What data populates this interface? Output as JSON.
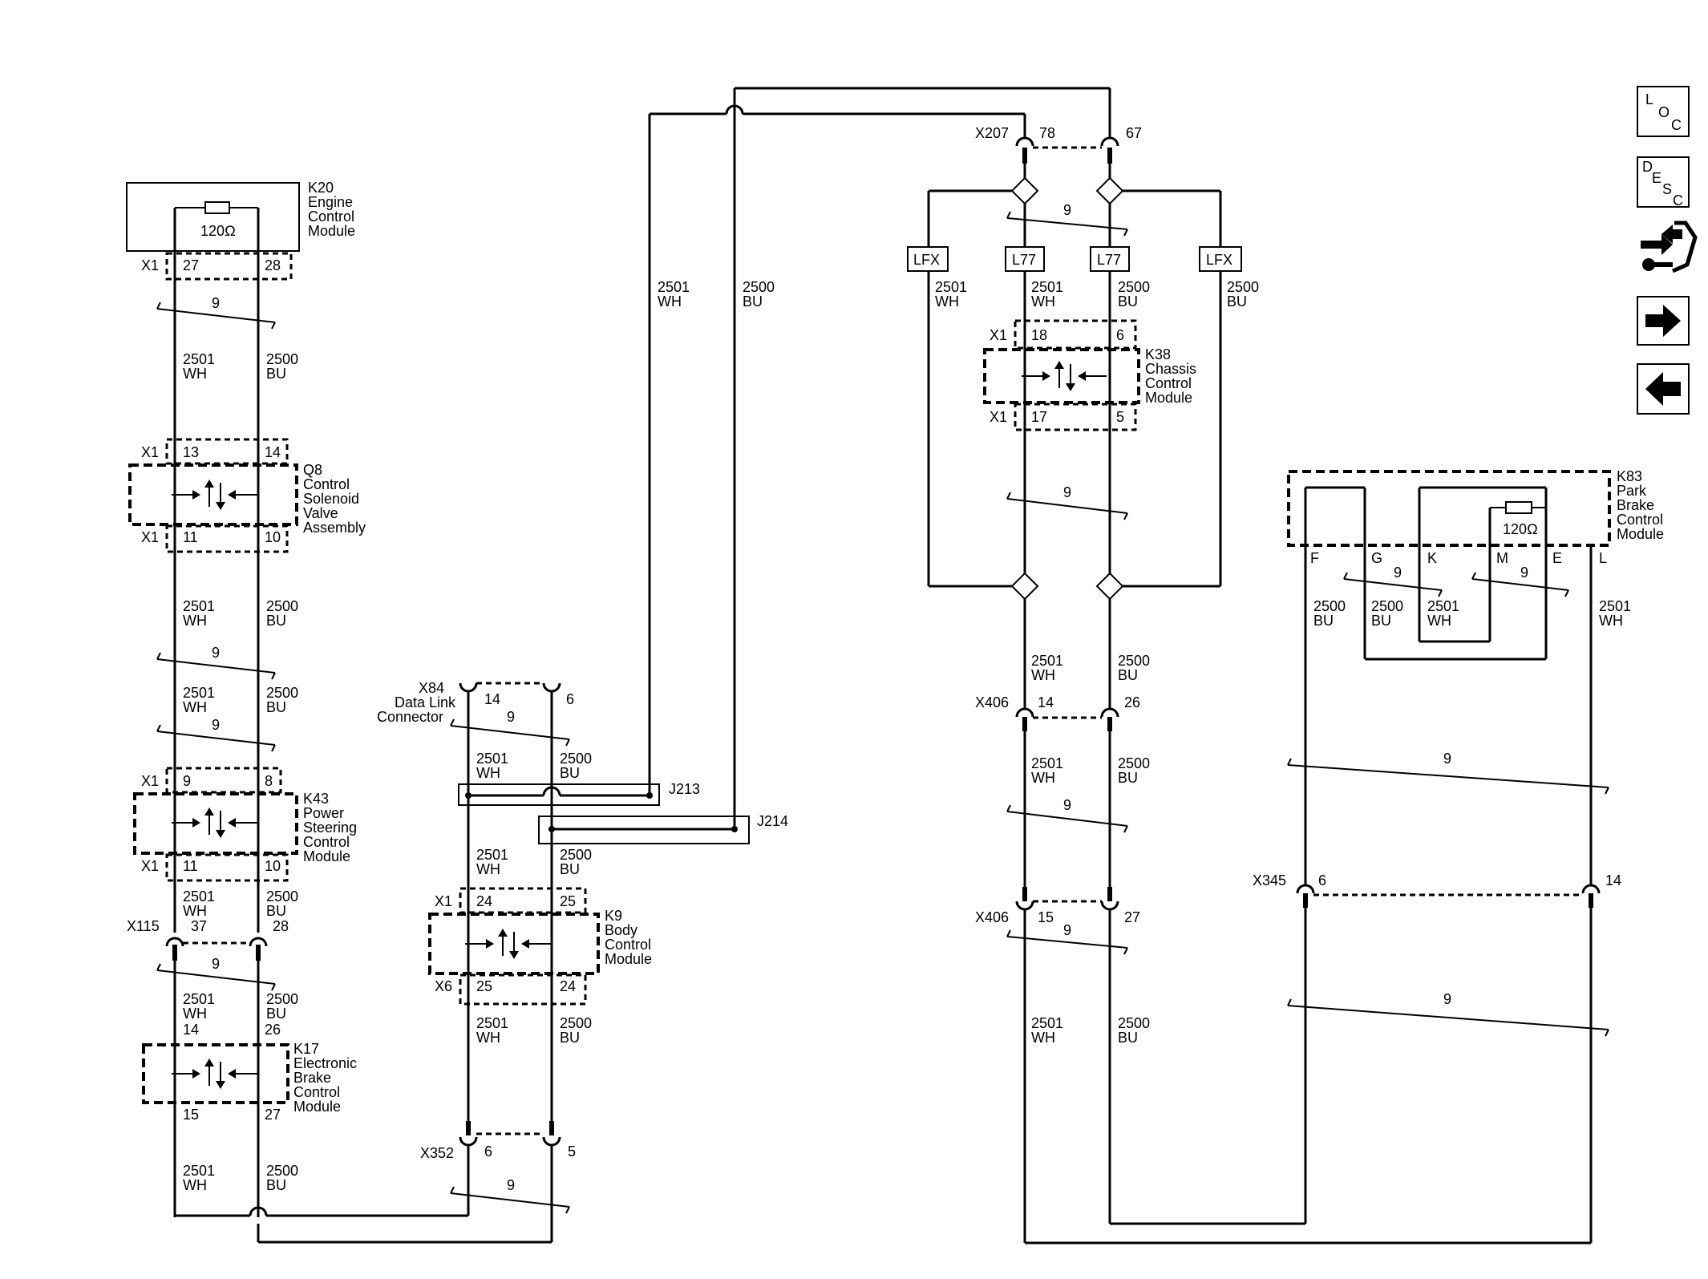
{
  "colors": {
    "line": "#000000",
    "background": "#ffffff"
  },
  "wires": {
    "w2501": "2501",
    "w2500": "2500",
    "wh": "WH",
    "bu": "BU",
    "twist": "9",
    "ohm": "120Ω"
  },
  "modules": {
    "k20": {
      "ref": "K20",
      "lines": [
        "Engine",
        "Control",
        "Module"
      ]
    },
    "q8": {
      "ref": "Q8",
      "lines": [
        "Control",
        "Solenoid",
        "Valve",
        "Assembly"
      ]
    },
    "k43": {
      "ref": "K43",
      "lines": [
        "Power",
        "Steering",
        "Control",
        "Module"
      ]
    },
    "k17": {
      "ref": "K17",
      "lines": [
        "Electronic",
        "Brake",
        "Control",
        "Module"
      ]
    },
    "x84": {
      "ref": "X84",
      "lines": [
        "Data Link",
        "Connector"
      ]
    },
    "k9": {
      "ref": "K9",
      "lines": [
        "Body",
        "Control",
        "Module"
      ]
    },
    "k38": {
      "ref": "K38",
      "lines": [
        "Chassis",
        "Control",
        "Module"
      ]
    },
    "k83": {
      "ref": "K83",
      "lines": [
        "Park",
        "Brake",
        "Control",
        "Module"
      ]
    }
  },
  "connectors": {
    "x1": "X1",
    "x6": "X6",
    "x115": "X115",
    "x352": "X352",
    "x207": "X207",
    "x406": "X406",
    "x345": "X345",
    "j213": "J213",
    "j214": "J214"
  },
  "pins": {
    "k20": [
      "27",
      "28"
    ],
    "q8_top": [
      "13",
      "14"
    ],
    "q8_bot": [
      "11",
      "10"
    ],
    "k43_top": [
      "9",
      "8"
    ],
    "k43_bot": [
      "11",
      "10"
    ],
    "x115": [
      "37",
      "28"
    ],
    "k17_top": [
      "14",
      "26"
    ],
    "k17_bot": [
      "15",
      "27"
    ],
    "x84": [
      "14",
      "6"
    ],
    "k9_top": [
      "24",
      "25"
    ],
    "k9_bot": [
      "25",
      "24"
    ],
    "x352": [
      "6",
      "5"
    ],
    "x207": [
      "78",
      "67"
    ],
    "k38_top": [
      "18",
      "6"
    ],
    "k38_bot": [
      "17",
      "5"
    ],
    "x406_a": [
      "14",
      "26"
    ],
    "x406_b": [
      "15",
      "27"
    ],
    "x345": [
      "6",
      "14"
    ],
    "k83": [
      "F",
      "G",
      "K",
      "M",
      "E",
      "L"
    ]
  },
  "options": {
    "lfx": "LFX",
    "l77": "L77"
  },
  "nav": {
    "loc": {
      "letters": [
        "L",
        "O",
        "C"
      ],
      "icon": "location-icon"
    },
    "desc": {
      "letters": [
        "D",
        "E",
        "S",
        "C"
      ],
      "icon": "description-icon"
    },
    "diag": {
      "icon": "connector-wrench-icon"
    },
    "next": {
      "icon": "arrow-right-icon"
    },
    "prev": {
      "icon": "arrow-left-icon"
    }
  }
}
